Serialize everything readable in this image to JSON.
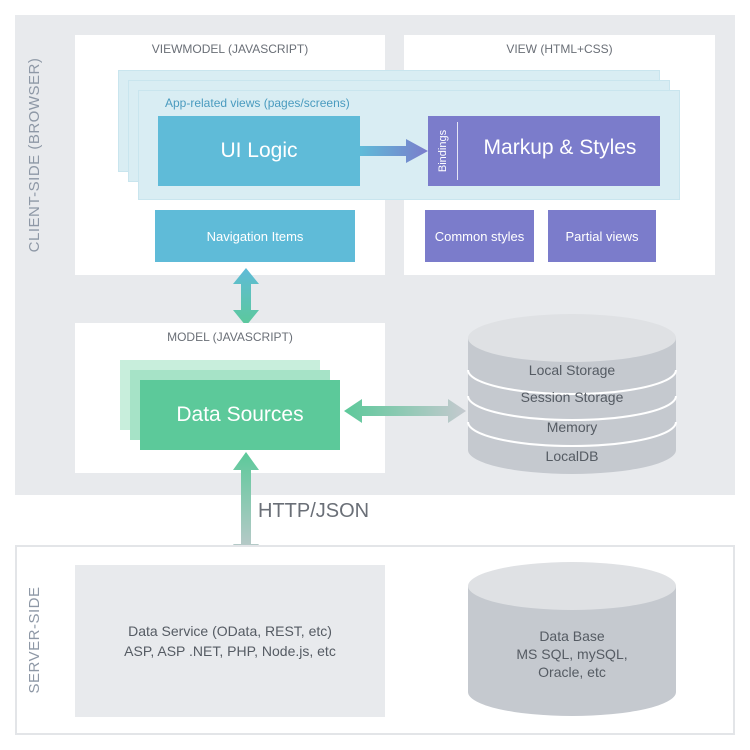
{
  "client": {
    "side_label": "CLIENT-SIDE (BROWSER)",
    "viewmodel": {
      "title": "VIEWMODEL (JAVASCRIPT)",
      "views_label": "App-related views (pages/screens)",
      "ui_logic": "UI Logic",
      "navigation": "Navigation Items"
    },
    "view": {
      "title": "VIEW (HTML+CSS)",
      "bindings": "Bindings",
      "markup": "Markup & Styles",
      "common_styles": "Common styles",
      "partial_views": "Partial views"
    },
    "model": {
      "title": "MODEL (JAVASCRIPT)",
      "data_sources": "Data Sources"
    },
    "storage": {
      "layers": [
        "Local Storage",
        "Session Storage",
        "Memory",
        "LocalDB"
      ]
    }
  },
  "link_label": "HTTP/JSON",
  "server": {
    "side_label": "SERVER-SIDE",
    "service_line1": "Data Service (OData, REST, etc)",
    "service_line2": "ASP, ASP .NET, PHP, Node.js, etc",
    "db_line1": "Data Base",
    "db_line2": "MS SQL, mySQL,",
    "db_line3": "Oracle, etc"
  },
  "colors": {
    "blue": "#5fbbd8",
    "purple": "#7b7ccb",
    "green": "#5cc99a",
    "grey": "#c5c9cf",
    "panel": "#e8eaed"
  }
}
